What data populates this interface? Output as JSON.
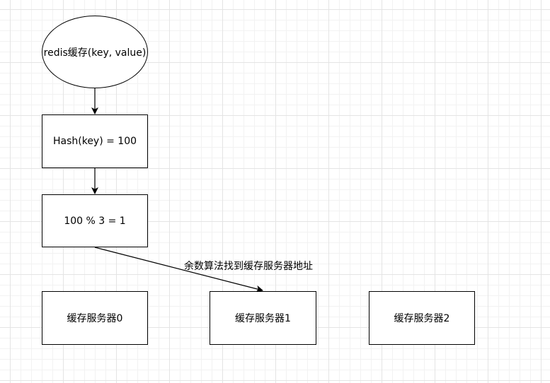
{
  "diagram": {
    "start": {
      "label": "redis缓存(key, value)"
    },
    "hash_step": {
      "label": "Hash(key) = 100"
    },
    "mod_step": {
      "label": "100 % 3 = 1"
    },
    "servers": [
      {
        "label": "缓存服务器0"
      },
      {
        "label": "缓存服务器1"
      },
      {
        "label": "缓存服务器2"
      }
    ],
    "edge_label": "余数算法找到缓存服务器地址"
  }
}
